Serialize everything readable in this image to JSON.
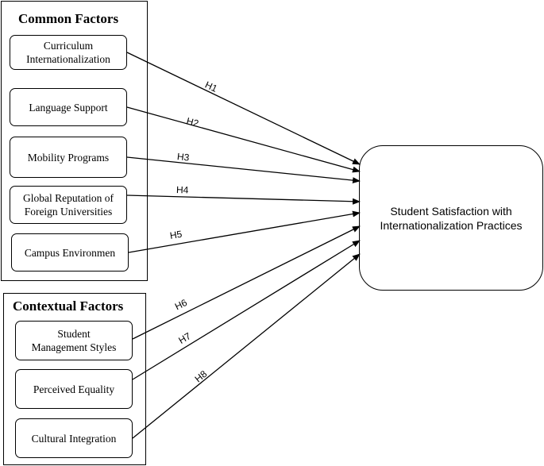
{
  "groups": {
    "common": {
      "title": "Common Factors",
      "factors": [
        "Curriculum Internationalization",
        "Language Support",
        "Mobility Programs",
        "Global Reputation of Foreign Universities",
        "Campus Environmen"
      ]
    },
    "contextual": {
      "title": "Contextual Factors",
      "factors": [
        "Student Management Styles",
        "Perceived Equality",
        "Cultural Integration"
      ]
    }
  },
  "outcome": "Student Satisfaction with Internationalization Practices",
  "hypotheses": [
    "H1",
    "H2",
    "H3",
    "H4",
    "H5",
    "H6",
    "H7",
    "H8"
  ]
}
